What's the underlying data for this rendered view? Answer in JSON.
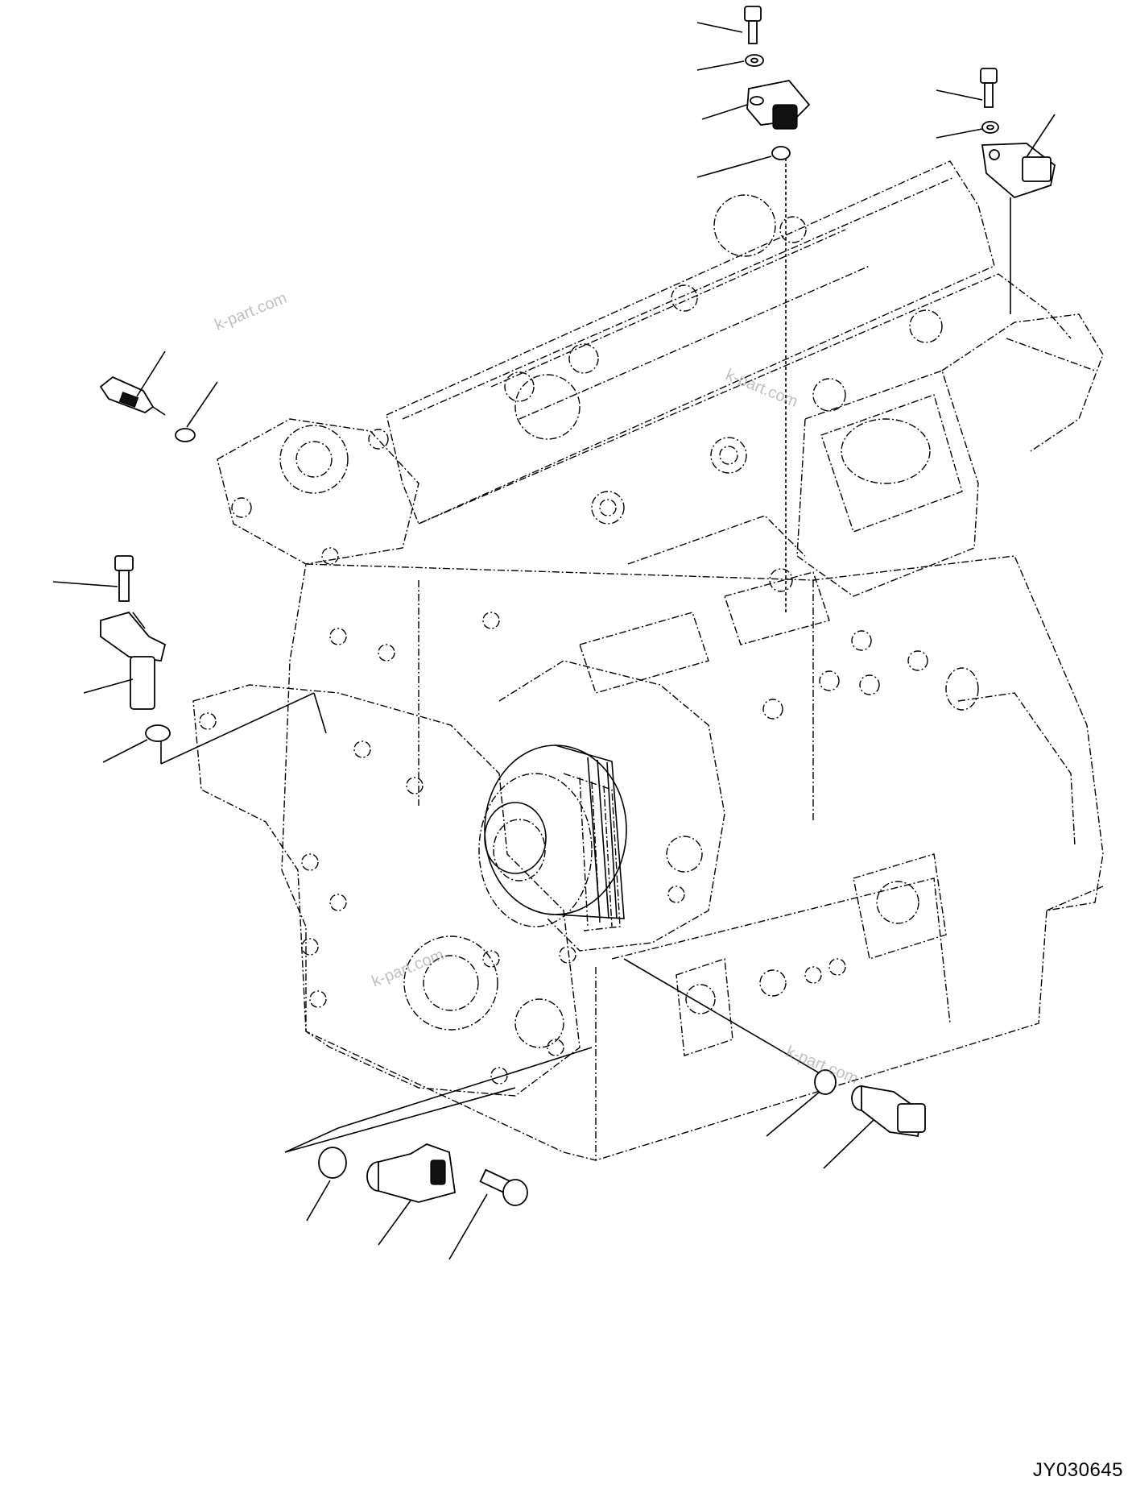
{
  "drawing_code": "JY030645",
  "watermarks": [
    "k-part.com",
    "k-part.com",
    "k-part.com",
    "k-part.com"
  ],
  "colors": {
    "line": "#000000",
    "background": "#ffffff",
    "watermark": "#8a8a8a"
  },
  "icons": [
    "engine-block-outline",
    "sensor",
    "bolt",
    "washer",
    "o-ring"
  ]
}
